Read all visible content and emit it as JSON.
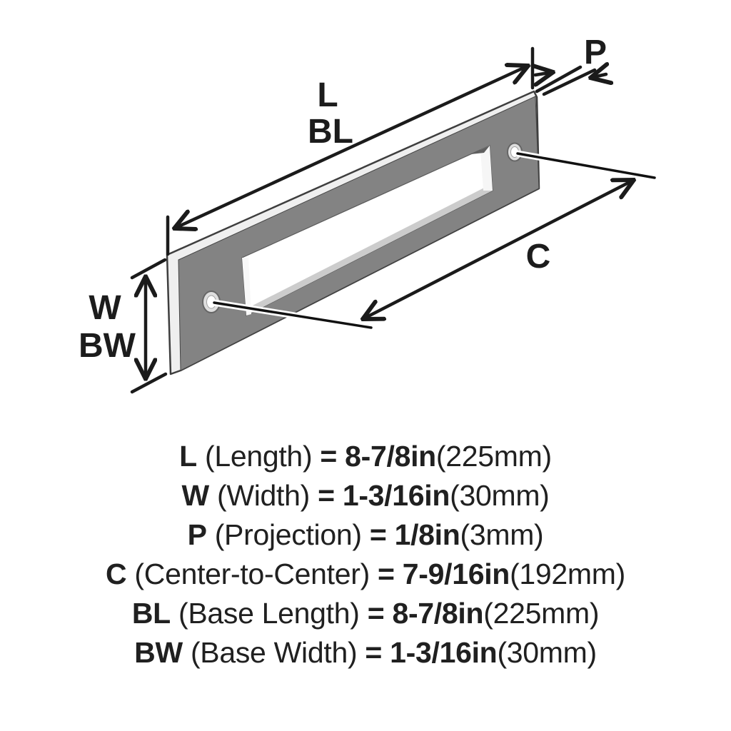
{
  "diagram": {
    "labels": {
      "length": "L",
      "base_length": "BL",
      "width": "W",
      "base_width": "BW",
      "projection": "P",
      "center_to_center": "C"
    },
    "colors": {
      "face": "#838383",
      "edge_light": "#efefef",
      "cutout_wall": "#cccccc",
      "line": "#1b1b1b"
    }
  },
  "specs": {
    "rows": [
      {
        "letter": "L",
        "name": " (Length) ",
        "value": "= 8-7/8in",
        "metric": "(225mm)"
      },
      {
        "letter": "W",
        "name": " (Width) ",
        "value": "= 1-3/16in",
        "metric": "(30mm)"
      },
      {
        "letter": "P",
        "name": " (Projection) ",
        "value": "= 1/8in",
        "metric": "(3mm)"
      },
      {
        "letter": "C",
        "name": " (Center-to-Center) ",
        "value": "= 7-9/16in",
        "metric": "(192mm)"
      },
      {
        "letter": "BL",
        "name": " (Base Length) ",
        "value": "= 8-7/8in",
        "metric": "(225mm)"
      },
      {
        "letter": "BW",
        "name": " (Base Width) ",
        "value": "= 1-3/16in",
        "metric": "(30mm)"
      }
    ]
  }
}
